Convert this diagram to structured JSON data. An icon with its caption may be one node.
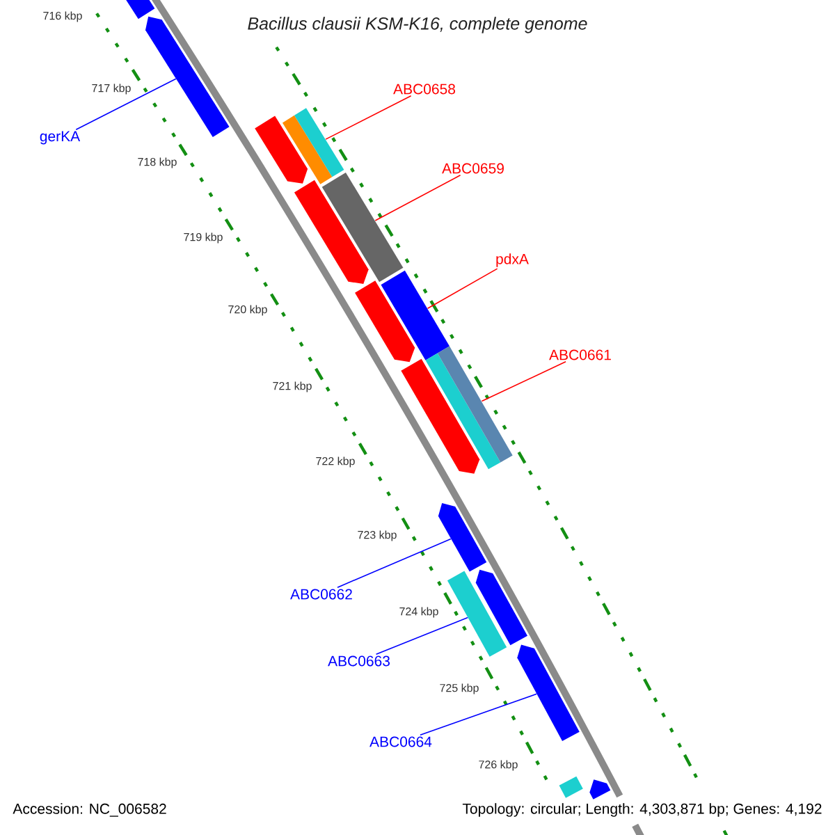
{
  "diagram": {
    "title": "Bacillus clausii KSM-K16, complete genome",
    "nodes": [
      {
        "text": [
          "ABC0658"
        ]
      },
      {
        "text": [
          "gerKA"
        ]
      },
      {
        "text": [
          "ABC0659"
        ]
      },
      {
        "text": [
          "pdxA"
        ]
      },
      {
        "text": [
          "ABC0661"
        ]
      },
      {
        "text": [
          "ABC0662"
        ]
      },
      {
        "text": [
          "ABC0663"
        ]
      },
      {
        "text": [
          "ABC0664"
        ]
      },
      {
        "text": [],
        "shape": "bar"
      },
      {
        "text": [],
        "shape": "bar"
      },
      {
        "text": [],
        "shape": "bar"
      },
      {
        "text": [],
        "shape": "bar"
      },
      {
        "text": [],
        "shape": "bar"
      },
      {
        "text": [],
        "shape": "bar"
      },
      {
        "text": [],
        "shape": "bar"
      },
      {
        "text": [],
        "shape": "bar"
      },
      {
        "text": [],
        "shape": "bar"
      },
      {
        "text": [],
        "shape": "bar"
      },
      {
        "text": [],
        "shape": "bar"
      },
      {
        "text": [],
        "shape": "bar"
      },
      {
        "text": [],
        "shape": "bar"
      },
      {
        "text": [],
        "shape": "bar"
      },
      {
        "text": [],
        "shape": "bar"
      },
      {
        "text": [],
        "shape": "bar"
      },
      {
        "text": [],
        "shape": "bar"
      },
      {
        "text": [],
        "shape": "bar"
      }
    ],
    "edges": [
      {
        "from": 0,
        "to": 12,
        "arrow": "none",
        "color": "#ff0000"
      },
      {
        "from": 1,
        "to": 9,
        "arrow": "none",
        "color": "#0000ff"
      },
      {
        "from": 2,
        "to": 14,
        "arrow": "none",
        "color": "#ff0000"
      },
      {
        "from": 3,
        "to": 16,
        "arrow": "none",
        "color": "#ff0000"
      },
      {
        "from": 4,
        "to": 19,
        "arrow": "none",
        "color": "#ff0000"
      },
      {
        "from": 5,
        "to": 20,
        "arrow": "none",
        "color": "#0000ff"
      },
      {
        "from": 6,
        "to": 21,
        "arrow": "none",
        "color": "#0000ff"
      },
      {
        "from": 7,
        "to": 23,
        "arrow": "none",
        "color": "#0000ff"
      }
    ],
    "labels": [
      "716 kbp",
      "717 kbp",
      "718 kbp",
      "719 kbp",
      "720 kbp",
      "721 kbp",
      "722 kbp",
      "723 kbp",
      "724 kbp",
      "725 kbp",
      "726 kbp",
      "Accession: NC_006582",
      "Topology: circular; Length: 4,303,871 bp; Genes: 4,192"
    ]
  }
}
